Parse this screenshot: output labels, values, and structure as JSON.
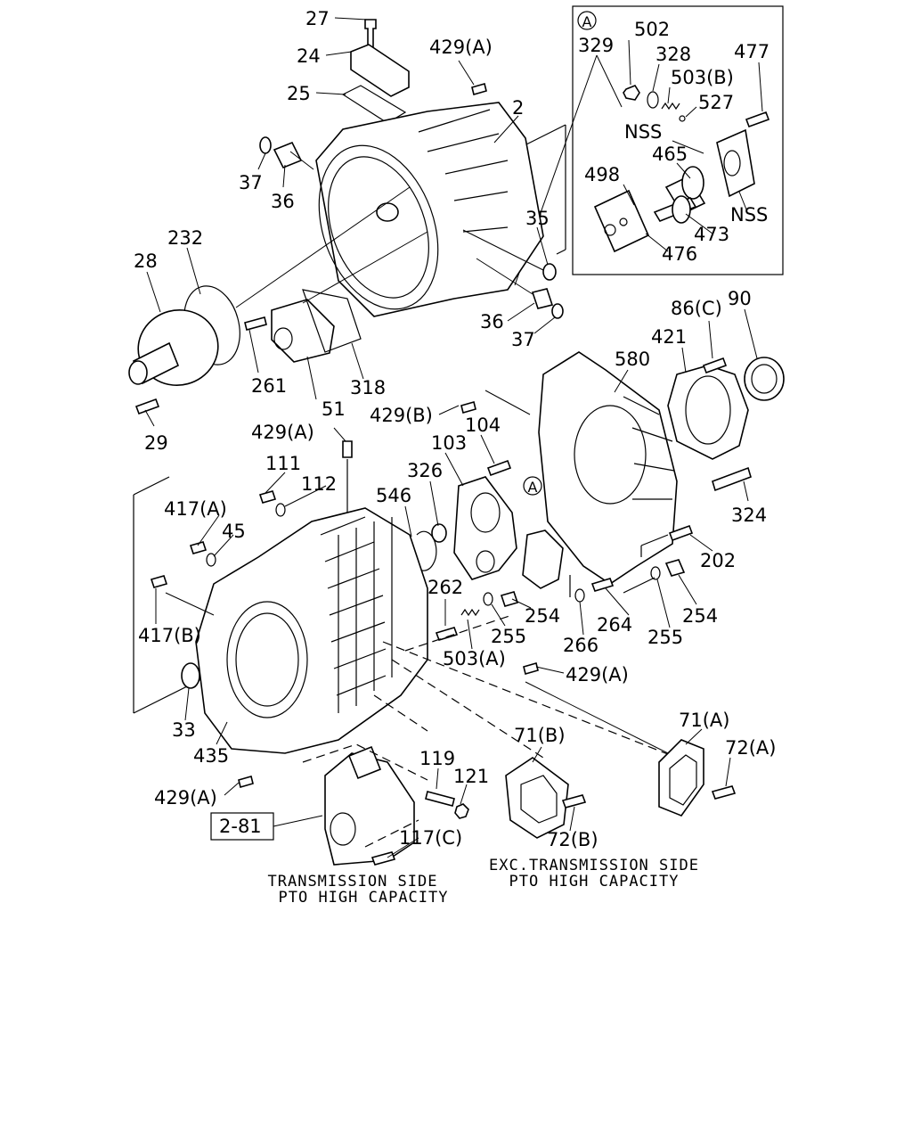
{
  "labels": {
    "l27": "27",
    "l24": "24",
    "l25": "25",
    "l429a_top": "429(A)",
    "l2": "2",
    "l37_top": "37",
    "l36_top": "36",
    "l35": "35",
    "l36_mid": "36",
    "l37_mid": "37",
    "l232": "232",
    "l28": "28",
    "l29": "29",
    "l261": "261",
    "l51": "51",
    "l318": "318",
    "l502": "502",
    "l329": "329",
    "l328": "328",
    "l503b": "503(B)",
    "l477": "477",
    "l527": "527",
    "lnss1": "NSS",
    "l465": "465",
    "l498": "498",
    "lnss2": "NSS",
    "l473": "473",
    "l476": "476",
    "l86c": "86(C)",
    "l90": "90",
    "l421": "421",
    "l580": "580",
    "l429b": "429(B)",
    "l104": "104",
    "l103": "103",
    "l429a_2": "429(A)",
    "l326": "326",
    "l111": "111",
    "l112": "112",
    "l546": "546",
    "l417a": "417(A)",
    "l45": "45",
    "l324": "324",
    "l202": "202",
    "l262": "262",
    "l254a": "254",
    "l264": "264",
    "l254b": "254",
    "l417b": "417(B)",
    "l255a": "255",
    "l266": "266",
    "l255b": "255",
    "l503a": "503(A)",
    "l429a_3": "429(A)",
    "l33": "33",
    "l71a": "71(A)",
    "l71b": "71(B)",
    "l72a": "72(A)",
    "l435": "435",
    "l119": "119",
    "l121": "121",
    "l429a_4": "429(A)",
    "l117c": "117(C)",
    "l72b": "72(B)",
    "lref": "2-81"
  },
  "markers": {
    "inset": "A",
    "pto": "A"
  },
  "captions": {
    "left_1": "TRANSMISSION SIDE",
    "left_2": "PTO HIGH CAPACITY",
    "right_1": "EXC.TRANSMISSION SIDE",
    "right_2": "PTO HIGH CAPACITY"
  }
}
